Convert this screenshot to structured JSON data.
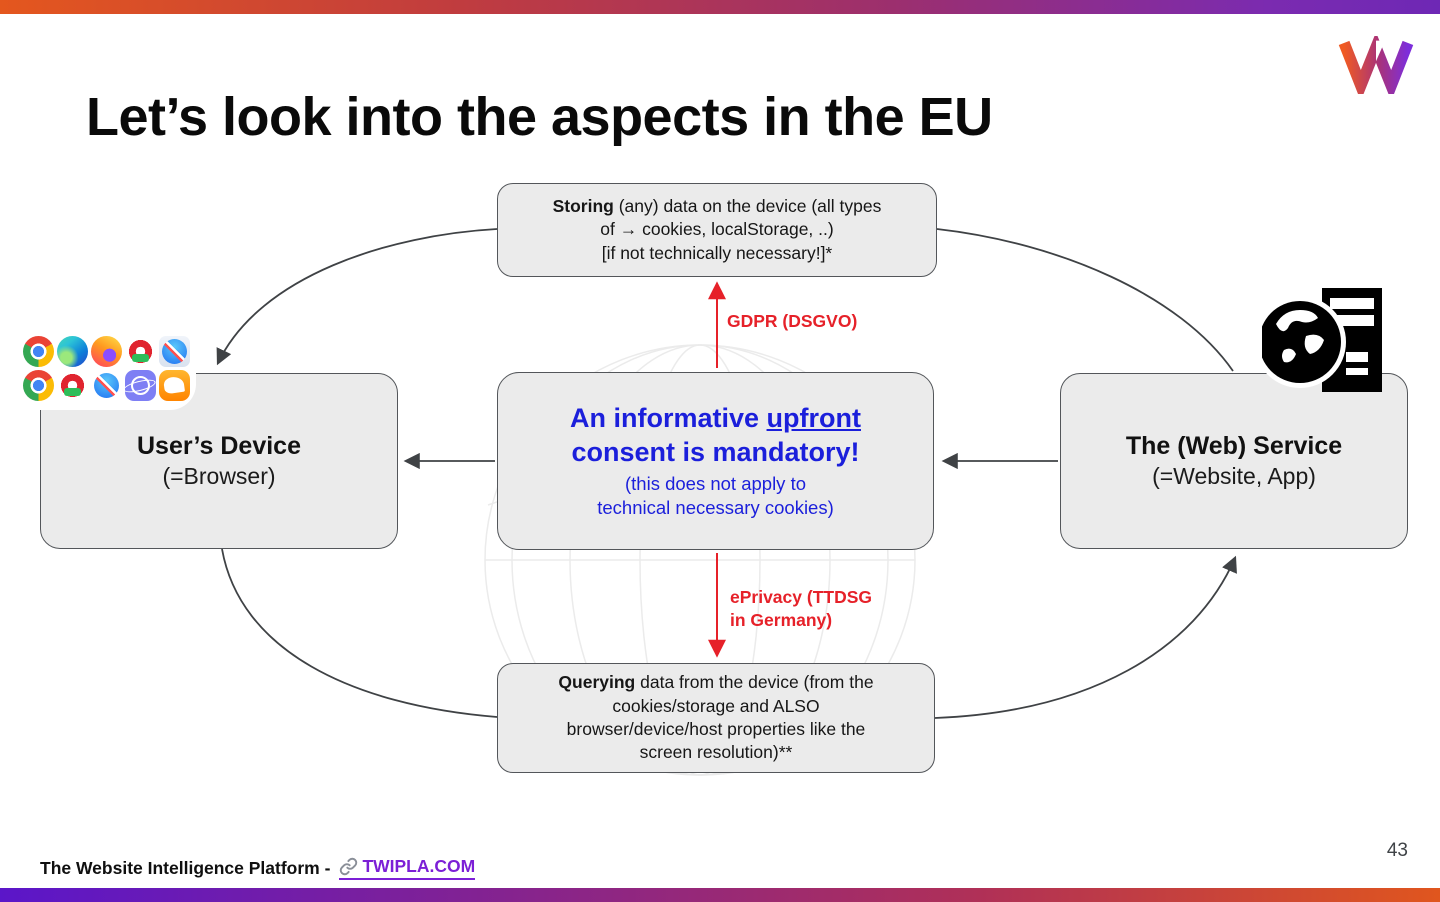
{
  "slide": {
    "title": "Let’s look into the aspects in the EU",
    "page_number": "43",
    "footer": {
      "prefix": "The Website Intelligence Platform -",
      "link_text": "TWIPLA.COM"
    }
  },
  "colors": {
    "gradient_orange": "#E4571E",
    "gradient_purple": "#6E28B5",
    "box_fill": "#EBEBEB",
    "box_border": "#53565A",
    "blue_text": "#1B1FDB",
    "red_accent": "#E62129",
    "link_purple": "#7C1FD6",
    "arrow_gray": "#3F4245"
  },
  "diagram": {
    "storing_box": {
      "lead": "Storing",
      "line1_rest": " (any) data on the device (all types",
      "line2": "of → cookies, localStorage, ..)",
      "line3": "[if not technically necessary!]*"
    },
    "consent_box": {
      "heading_pre": "An informative ",
      "heading_underlined": "upfront",
      "heading_line2": "consent is mandatory!",
      "sub_line1": "(this does not apply to",
      "sub_line2": "technical necessary cookies)"
    },
    "device_box": {
      "title": "User’s Device",
      "subtitle": "(=Browser)"
    },
    "service_box": {
      "title": "The (Web) Service",
      "subtitle": "(=Website, App)"
    },
    "querying_box": {
      "lead": "Querying",
      "line1_rest": " data from the device (from the",
      "line2": "cookies/storage and ALSO",
      "line3": "browser/device/host properties like the",
      "line4": "screen resolution)**"
    },
    "gdpr_label": "GDPR (DSGVO)",
    "eprivacy_label_line1": "ePrivacy (TTDSG",
    "eprivacy_label_line2": "in Germany)",
    "browser_icons": [
      "chrome",
      "edge",
      "firefox",
      "opera",
      "safari",
      "chrome",
      "opera-mini",
      "safari-ios",
      "samsung-internet",
      "uc-browser"
    ],
    "service_icon": "globe-server-icon"
  }
}
